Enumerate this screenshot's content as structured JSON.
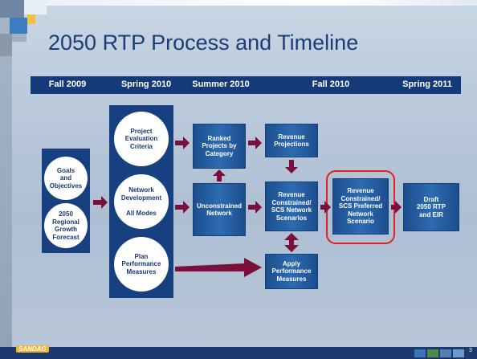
{
  "slide": {
    "title": "2050 RTP Process and Timeline",
    "page_number": "3",
    "logo_text": "SANDAG"
  },
  "timeline": [
    "Fall 2009",
    "Spring 2010",
    "Summer 2010",
    "Fall 2010",
    "Spring 2011"
  ],
  "column1": {
    "goals": "Goals\nand\nObjectives",
    "forecast": "2050\nRegional\nGrowth\nForecast"
  },
  "column2": {
    "criteria": "Project\nEvaluation\nCriteria",
    "network_dev": "Network\nDevelopment\n\nAll Modes",
    "measures": "Plan\nPerformance\nMeasures"
  },
  "boxes": {
    "ranked": "Ranked\nProjects by\nCategory",
    "unconstrained": "Unconstrained\nNetwork",
    "revenue_proj": "Revenue\nProjections",
    "revenue_scs": "Revenue\nConstrained/\nSCS Network\nScenarios",
    "apply_measures": "Apply\nPerformance\nMeasures",
    "preferred": "Revenue\nConstrained/\nSCS Preferred\nNetwork\nScenario",
    "draft": "Draft\n2050 RTP\nand EIR"
  },
  "colors": {
    "title": "#1d3d78",
    "dark_blue": "#174080",
    "arrow": "#7a0f3a",
    "highlight": "#e02020"
  }
}
